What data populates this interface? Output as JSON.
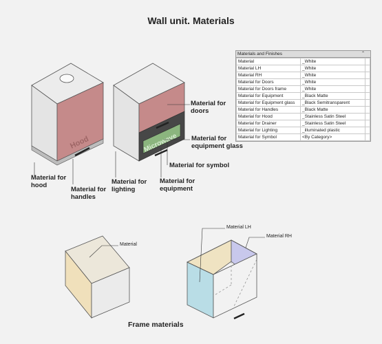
{
  "title": "Wall unit. Materials",
  "table": {
    "header": "Materials and Finishes",
    "rows": [
      {
        "name": "Material",
        "value": "_White"
      },
      {
        "name": "Material LH",
        "value": "_White"
      },
      {
        "name": "Material RH",
        "value": "_White"
      },
      {
        "name": "Material for Doors",
        "value": "_White"
      },
      {
        "name": "Material for Doors frame",
        "value": "_White"
      },
      {
        "name": "Material for Equipment",
        "value": "_Black Matte"
      },
      {
        "name": "Material for Equipment glass",
        "value": "_Black Semitransparent"
      },
      {
        "name": "Material for Handles",
        "value": "_Black Matte"
      },
      {
        "name": "Material for Hood",
        "value": "_Stainless Satin Steel"
      },
      {
        "name": "Material for Drainer",
        "value": "_Stainless Satin Steel"
      },
      {
        "name": "Material for Lighting",
        "value": "_illuminated plastic"
      },
      {
        "name": "Material for Symbol",
        "value": "<By Category>"
      }
    ]
  },
  "labels": {
    "hood": "Material for hood",
    "handles": "Material for handles",
    "lighting": "Material for lighting",
    "doors": "Material for doors",
    "equipment_glass": "Material for equipment glass",
    "symbol": "Material for symbol",
    "equipment": "Material for equipment"
  },
  "cabinet_text": {
    "hood": "Hood",
    "microwave": "Microwave"
  },
  "frame": {
    "material": "Material",
    "material_lh": "Material LH",
    "material_rh": "Material RH",
    "caption": "Frame materials"
  }
}
